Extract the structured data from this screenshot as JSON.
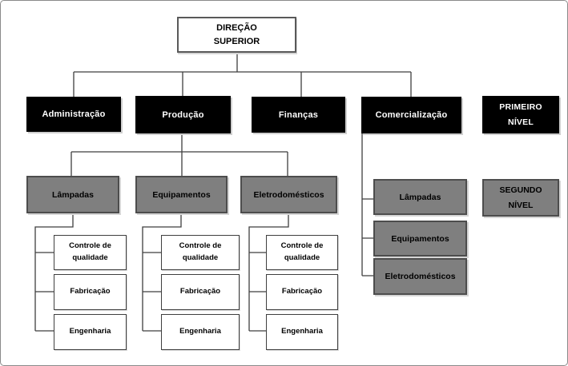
{
  "org_chart": {
    "title_node": {
      "label": "DIREÇÃO SUPERIOR"
    },
    "departments": [
      {
        "label": "Administração"
      },
      {
        "label": "Produção"
      },
      {
        "label": "Finanças"
      },
      {
        "label": "Comercialização"
      }
    ],
    "producao_divisions": [
      {
        "label": "Lâmpadas",
        "units": [
          "Controle de qualidade",
          "Fabricação",
          "Engenharia"
        ]
      },
      {
        "label": "Equipamentos",
        "units": [
          "Controle de qualidade",
          "Fabricação",
          "Engenharia"
        ]
      },
      {
        "label": "Eletrodomésticos",
        "units": [
          "Controle de qualidade",
          "Fabricação",
          "Engenharia"
        ]
      }
    ],
    "comercializacao_divisions": [
      {
        "label": "Lâmpadas"
      },
      {
        "label": "Equipamentos"
      },
      {
        "label": "Eletrodomésticos"
      }
    ],
    "legend": {
      "first_level": {
        "label": "PRIMEIRO NÍVEL"
      },
      "second_level": {
        "label": "SEGUNDO NÍVEL"
      }
    },
    "colors": {
      "level1_box": "#000000",
      "level1_text": "#ffffff",
      "level2_box": "#7f7f7f",
      "level2_border": "#4d4d4d",
      "outline": "#595959",
      "connector": "#3f3f3f"
    }
  }
}
